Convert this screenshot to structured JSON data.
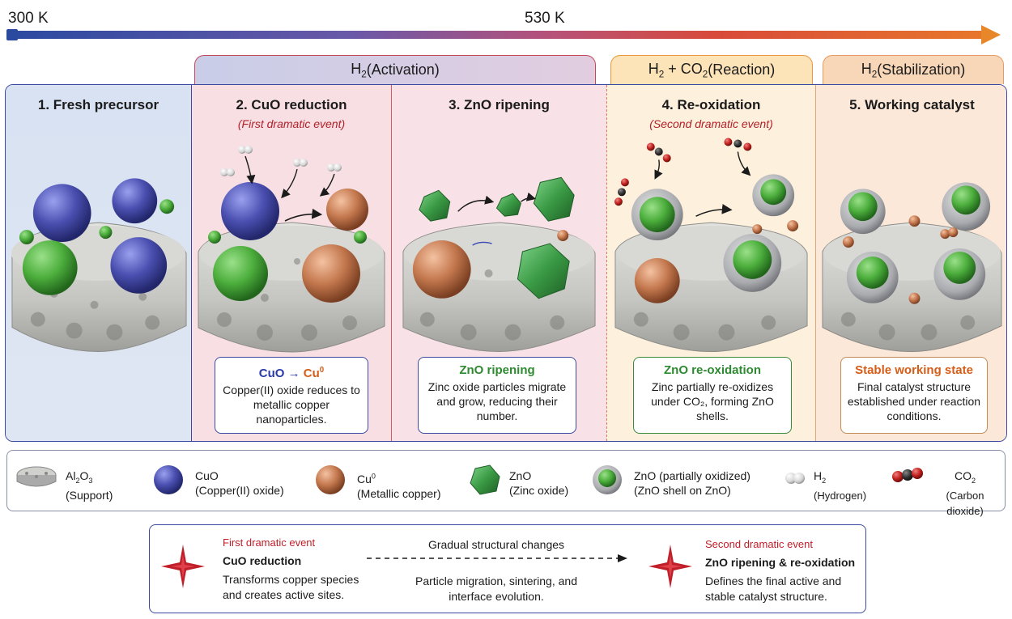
{
  "temperature": {
    "start": "300 K",
    "mid": "530 K"
  },
  "phases": {
    "activation": {
      "gas": "H",
      "gas_sub": "2",
      "label": " (Activation)"
    },
    "reaction": {
      "gas1": "H",
      "gas1_sub": "2",
      "plus": " + CO",
      "gas2_sub": "2",
      "label": " (Reaction)"
    },
    "stabilization": {
      "gas": "H",
      "gas_sub": "2",
      "label": " (Stabilization)"
    }
  },
  "stages": [
    {
      "title": "1. Fresh precursor",
      "subtitle": ""
    },
    {
      "title": "2. CuO reduction",
      "subtitle": "(First dramatic event)",
      "box_title_a": "CuO → ",
      "box_title_b": "Cu",
      "box_title_sup": "0",
      "box_text": "Copper(II) oxide reduces to metallic copper nanoparticles."
    },
    {
      "title": "3. ZnO ripening",
      "subtitle": "",
      "box_title": "ZnO ripening",
      "box_text": "Zinc oxide particles migrate and grow, reducing their number."
    },
    {
      "title": "4. Re-oxidation",
      "subtitle": "(Second dramatic event)",
      "box_title": "ZnO re-oxidation",
      "box_text": "Zinc partially re-oxidizes under CO₂, forming ZnO shells."
    },
    {
      "title": "5. Working catalyst",
      "subtitle": "",
      "box_title": "Stable working state",
      "box_text": "Final catalyst structure established under reaction conditions."
    }
  ],
  "legend": [
    {
      "icon": "support-icon",
      "name": "Al",
      "name_sub1": "2",
      "name_mid": "O",
      "name_sub2": "3",
      "desc": "(Support)"
    },
    {
      "icon": "cuo-icon",
      "name": "CuO",
      "desc": "(Copper(II) oxide)"
    },
    {
      "icon": "cu-icon",
      "name": "Cu",
      "name_sup": "0",
      "desc": "(Metallic copper)"
    },
    {
      "icon": "zno-icon",
      "name": "ZnO",
      "desc": "(Zinc oxide)"
    },
    {
      "icon": "zno-shell-icon",
      "name": "ZnO (partially oxidized)",
      "desc": "(ZnO shell on ZnO)"
    },
    {
      "icon": "h2-icon",
      "name": "H",
      "name_sub": "2",
      "desc": "(Hydrogen)"
    },
    {
      "icon": "co2-icon",
      "name": "CO",
      "name_sub": "2",
      "desc": "(Carbon dioxide)"
    }
  ],
  "summary": {
    "first_event_label": "First dramatic event",
    "first_event_title": "CuO reduction",
    "first_event_text": "Transforms copper species and creates active sites.",
    "center_title": "Gradual structural changes",
    "center_text": "Particle migration, sintering, and interface evolution.",
    "second_event_label": "Second dramatic event",
    "second_event_title": "ZnO ripening & re-oxidation",
    "second_event_text": "Defines the final active and stable catalyst structure."
  },
  "colors": {
    "cuo": "#4a4fb0",
    "cu": "#c4784e",
    "zno": "#3a9a44",
    "support": "#c9c9c6",
    "accent_red": "#c01e28",
    "accent_blue": "#2a3aa8",
    "accent_green": "#2e8a30",
    "accent_orange": "#d45d18"
  }
}
